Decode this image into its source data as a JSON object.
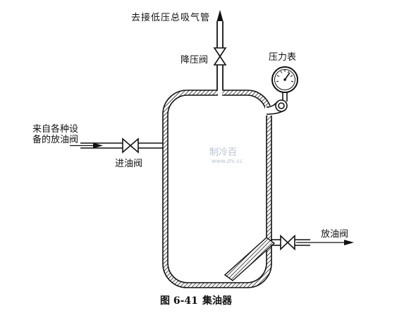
{
  "labels": {
    "to_suction": "去接低压总吸气管",
    "reducing_valve": "降压阀",
    "pressure_gauge": "压力表",
    "from_devices_line1": "来自各种设",
    "from_devices_line2": "备的放油阀",
    "inlet_valve": "进油阀",
    "drain_valve": "放油阀"
  },
  "caption": {
    "figure_number": "图 6-41",
    "title": "集油器"
  },
  "watermark": {
    "line1": "制冷百",
    "line2": "www.zhi.cc"
  }
}
